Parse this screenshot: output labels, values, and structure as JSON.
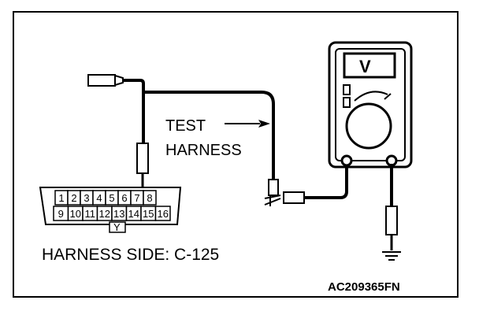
{
  "labels": {
    "test_harness_line1": "TEST",
    "test_harness_line2": "HARNESS",
    "harness_side": "HARNESS SIDE: C-125",
    "figure_code": "AC209365FN",
    "connector_key": "Y"
  },
  "meter": {
    "mode_symbol": "V"
  },
  "connector": {
    "top_row": [
      "1",
      "2",
      "3",
      "4",
      "5",
      "6",
      "7",
      "8"
    ],
    "bottom_row": [
      "9",
      "10",
      "11",
      "12",
      "13",
      "14",
      "15",
      "16"
    ]
  },
  "colors": {
    "line": "#000000",
    "background": "#ffffff"
  }
}
